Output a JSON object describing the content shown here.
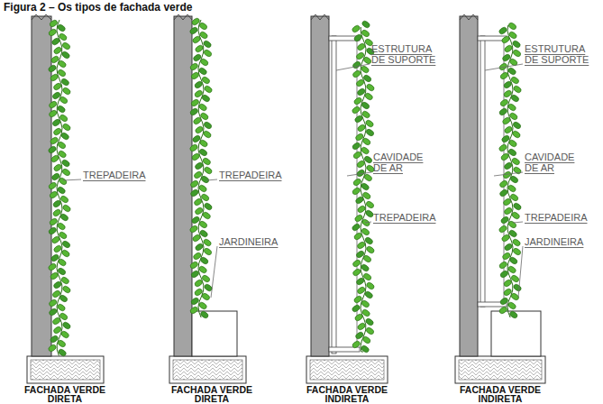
{
  "diagram": {
    "title": "Figura 2 – Os tipos de fachada verde",
    "labels": [
      "TREPADEIRA",
      "FACHADA VERDE DIRETA",
      "TREPADEIRA",
      "JARDINEIRA",
      "FACHADA VERDE DIRETA",
      "ESTRUTURA DE SUPORTE",
      "CAVIDADE DE AR",
      "TREPADEIRA",
      "FACHADA VERDE INDIRETA",
      "ESTRUTURA DE SUPORTE",
      "CAVIDADE DE AR",
      "TREPADEIRA",
      "JARDINEIRA",
      "FACHADA VERDE INDIRETA"
    ]
  }
}
